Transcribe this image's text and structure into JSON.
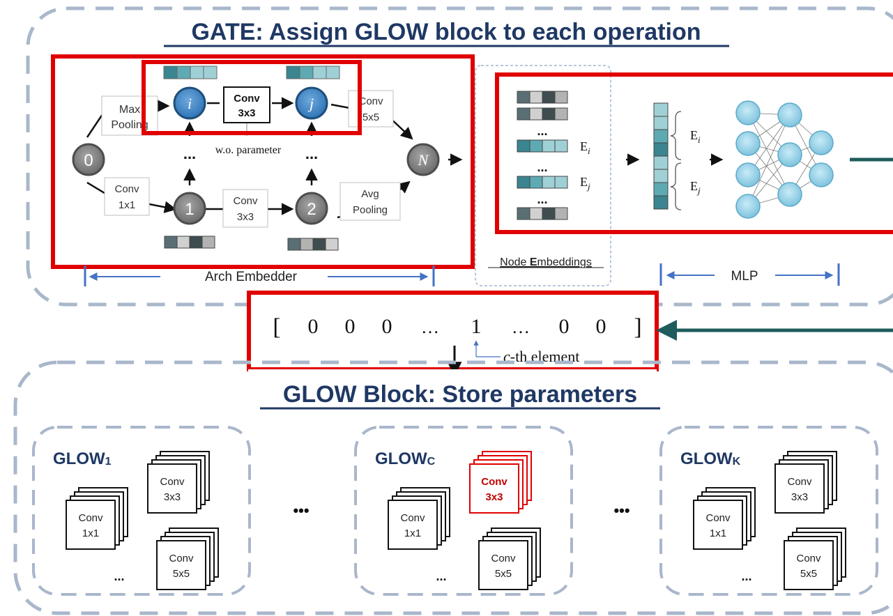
{
  "gate": {
    "title": "GATE: Assign GLOW block to each operation",
    "arch_embedder_label": "Arch Embedder",
    "node_embeddings_label_pre": "Node ",
    "node_embeddings_label_bold": "E",
    "node_embeddings_label_post": "mbeddings",
    "mlp_label": "MLP",
    "wo_parameter": "w.o. parameter",
    "ellipsis": "...",
    "nodes": {
      "n0": "0",
      "n1": "1",
      "n2": "2",
      "ni": "i",
      "nj": "j",
      "nN": "N"
    },
    "ops": {
      "max_pool_a": "Max",
      "max_pool_b": "Pooling",
      "conv3x3_a": "Conv",
      "conv3x3_b": "3x3",
      "conv5x5_a": "Conv",
      "conv5x5_b": "5x5",
      "conv1x1_a": "Conv",
      "conv1x1_b": "1x1",
      "conv3x3b_a": "Conv",
      "conv3x3b_b": "3x3",
      "avgpool_a": "Avg",
      "avgpool_b": "Pooling"
    },
    "ei_label": "E",
    "ei_sub": "i",
    "ej_label": "E",
    "ej_sub": "j"
  },
  "onehot": {
    "open": "[",
    "v1": "0",
    "v2": "0",
    "v3": "0",
    "dots1": "…",
    "one": "1",
    "dots2": "…",
    "v4": "0",
    "v5": "0",
    "close": "]",
    "c_italic": "c",
    "c_rest": "-th element"
  },
  "glow": {
    "title": "GLOW Block: Store parameters",
    "between_dots": "•••",
    "blocks": [
      {
        "name": "GLOW",
        "sub": "1",
        "conv1": "Conv",
        "conv1b": "1x1",
        "conv3": "Conv",
        "conv3b": "3x3",
        "conv5": "Conv",
        "conv5b": "5x5",
        "dots": "..."
      },
      {
        "name": "GLOW",
        "sub": "C",
        "conv1": "Conv",
        "conv1b": "1x1",
        "conv3": "Conv",
        "conv3b": "3x3",
        "conv5": "Conv",
        "conv5b": "5x5",
        "dots": "..."
      },
      {
        "name": "GLOW",
        "sub": "K",
        "conv1": "Conv",
        "conv1b": "1x1",
        "conv3": "Conv",
        "conv3b": "3x3",
        "conv5": "Conv",
        "conv5b": "5x5",
        "dots": "..."
      }
    ]
  },
  "colors": {
    "title_navy": "#1f3864",
    "highlight_red": "#e00000",
    "dash_gray": "#a9b7cb",
    "teal_dark": "#3a8590",
    "teal_mid": "#5eaab3",
    "teal_light": "#9fd0d6",
    "node_gray": "#7f7f7f",
    "node_blue": "#3e84c6",
    "mlp_node": "#9fd4ea",
    "arrow_dark": "#1f5c5c",
    "axis_blue": "#4472c4"
  },
  "icons": [
    "arrow-icon",
    "neural-network-icon",
    "embedding-vector-icon",
    "layer-stack-icon"
  ]
}
